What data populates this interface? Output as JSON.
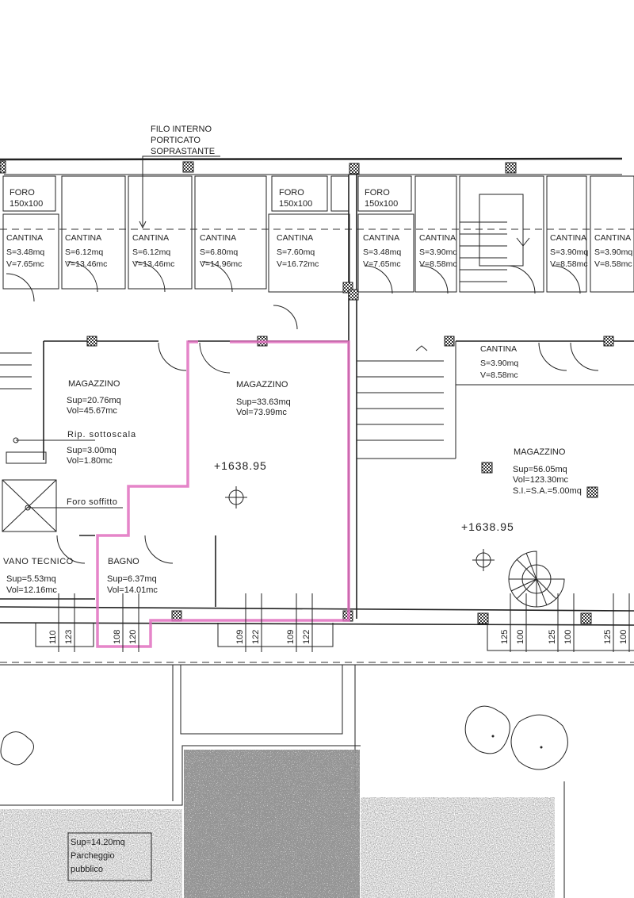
{
  "annotations": {
    "filo": [
      "FILO INTERNO",
      "PORTICATO",
      "SOPRASTANTE"
    ],
    "foro_label": "FORO",
    "foro_size": "150x100",
    "rip_sottoscala": "Rip. sottoscala",
    "foro_soffitto": "Foro soffitto"
  },
  "cantine": [
    {
      "name": "CANTINA",
      "s": "S=3.48mq",
      "v": "V=7.65mc"
    },
    {
      "name": "CANTINA",
      "s": "S=6.12mq",
      "v": "V=13.46mc"
    },
    {
      "name": "CANTINA",
      "s": "S=6.12mq",
      "v": "V=13.46mc"
    },
    {
      "name": "CANTINA",
      "s": "S=6.80mq",
      "v": "V=14.96mc"
    },
    {
      "name": "CANTINA",
      "s": "S=7.60mq",
      "v": "V=16.72mc"
    },
    {
      "name": "CANTINA",
      "s": "S=3.48mq",
      "v": "V=7.65mc"
    },
    {
      "name": "CANTINA",
      "s": "S=3.90mq",
      "v": "V=8.58mc"
    },
    {
      "name": "CANTINA",
      "s": "S=3.90mq",
      "v": "V=8.58mc"
    },
    {
      "name": "CANTINA",
      "s": "S=3.90mq",
      "v": "V=8.58mc"
    },
    {
      "name": "CANTINA",
      "s": "S=3.90mq",
      "v": "V=8.58mc"
    }
  ],
  "rooms": {
    "magazzino_left": {
      "name": "MAGAZZINO",
      "sup": "Sup=20.76mq",
      "vol": "Vol=45.67mc"
    },
    "sottoscala": {
      "sup": "Sup=3.00mq",
      "vol": "Vol=1.80mc"
    },
    "vano_tecnico": {
      "name": "VANO TECNICO",
      "sup": "Sup=5.53mq",
      "vol": "Vol=12.16mc"
    },
    "bagno": {
      "name": "BAGNO",
      "sup": "Sup=6.37mq",
      "vol": "Vol=14.01mc"
    },
    "magazzino_mid": {
      "name": "MAGAZZINO",
      "sup": "Sup=33.63mq",
      "vol": "Vol=73.99mc",
      "level": "+1638.95"
    },
    "magazzino_right": {
      "name": "MAGAZZINO",
      "sup": "Sup=56.05mq",
      "vol": "Vol=123.30mc",
      "si": "S.I.=S.A.=5.00mq",
      "level": "+1638.95"
    }
  },
  "windows": [
    [
      "110",
      "123"
    ],
    [
      "108",
      "120"
    ],
    [
      "109",
      "122"
    ],
    [
      "109",
      "122"
    ],
    [
      "125",
      "100"
    ],
    [
      "125",
      "100"
    ],
    [
      "125",
      "100"
    ]
  ],
  "parking": {
    "sup": "Sup=14.20mq",
    "label1": "Parcheggio",
    "label2": "pubblico"
  },
  "colors": {
    "highlight": "#e070c0",
    "ink": "#222222"
  }
}
